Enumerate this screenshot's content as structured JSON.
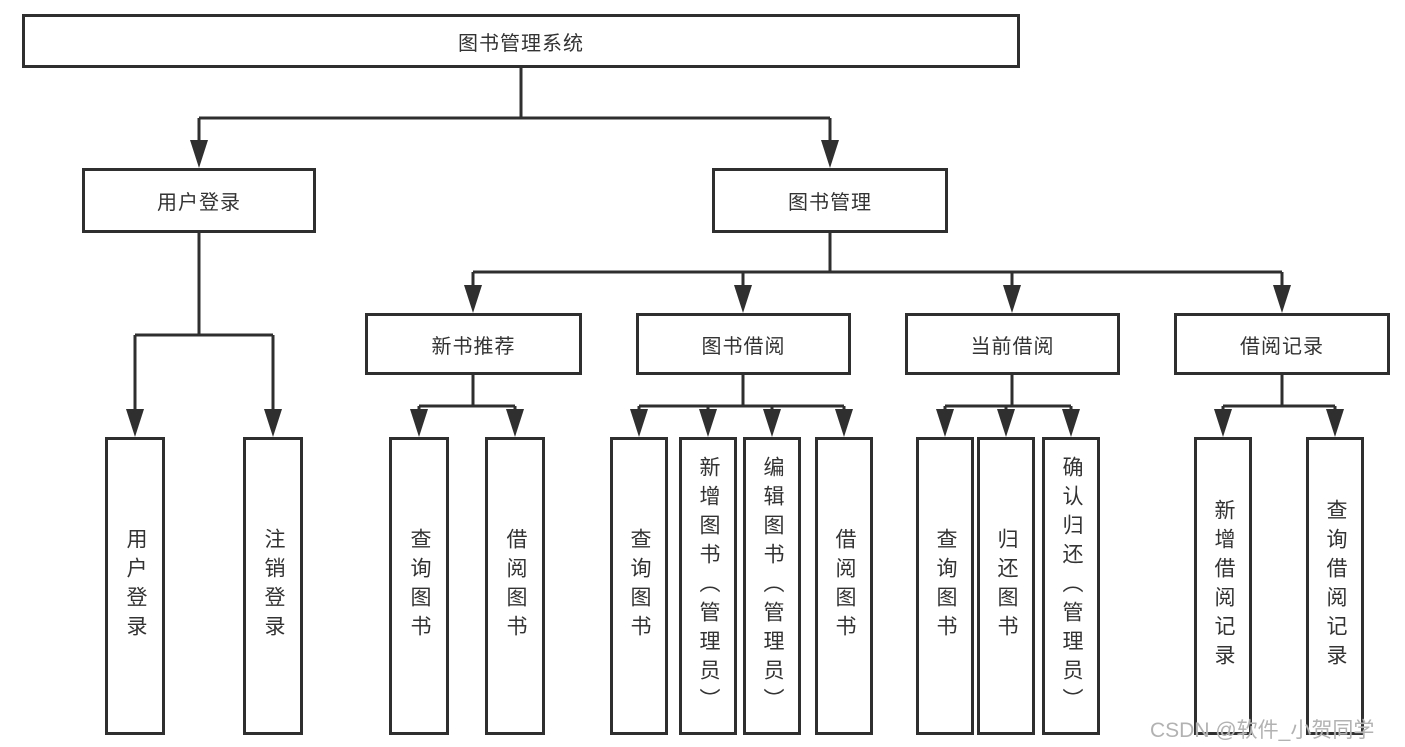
{
  "diagram": {
    "root": {
      "label": "图书管理系统"
    },
    "level2": [
      {
        "label": "用户登录"
      },
      {
        "label": "图书管理"
      }
    ],
    "level3": [
      {
        "label": "新书推荐"
      },
      {
        "label": "图书借阅"
      },
      {
        "label": "当前借阅"
      },
      {
        "label": "借阅记录"
      }
    ],
    "leaves": [
      {
        "label": "用户登录"
      },
      {
        "label": "注销登录"
      },
      {
        "label": "查询图书"
      },
      {
        "label": "借阅图书"
      },
      {
        "label": "查询图书"
      },
      {
        "label": "新增图书（管理员）"
      },
      {
        "label": "编辑图书（管理员）"
      },
      {
        "label": "借阅图书"
      },
      {
        "label": "查询图书"
      },
      {
        "label": "归还图书"
      },
      {
        "label": "确认归还（管理员）"
      },
      {
        "label": "新增借阅记录"
      },
      {
        "label": "查询借阅记录"
      }
    ],
    "watermark": "CSDN @软件_小贺同学",
    "colors": {
      "line": "#2f2f2f",
      "text": "#333333",
      "watermark": "#b2b2b2",
      "background": "#ffffff"
    }
  }
}
